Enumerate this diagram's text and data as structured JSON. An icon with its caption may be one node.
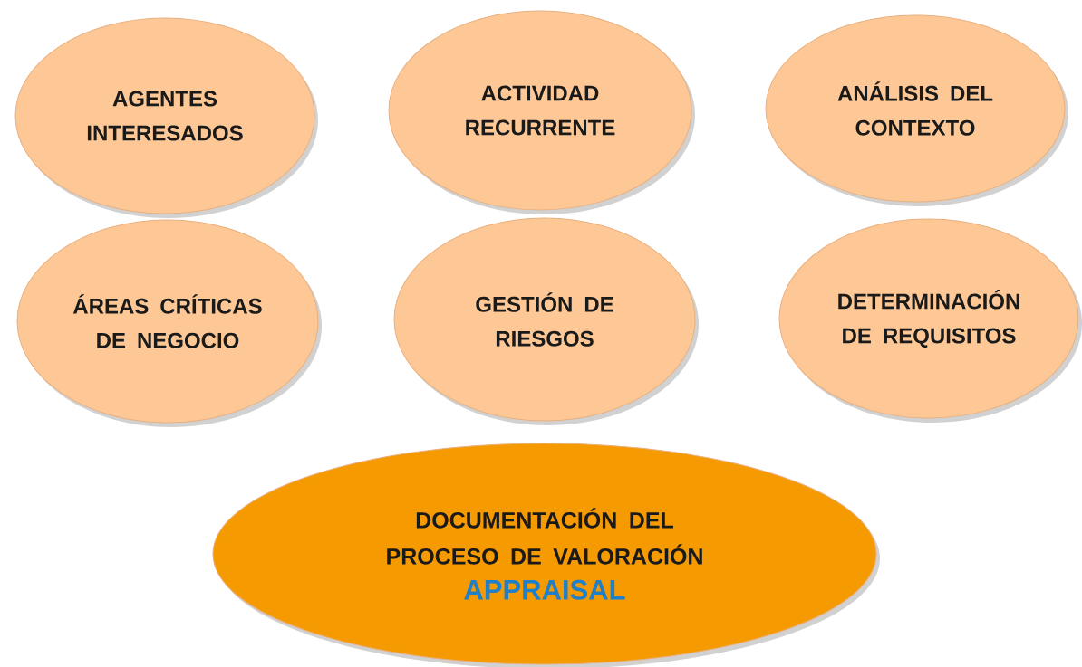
{
  "diagram": {
    "nodes": [
      {
        "text": [
          "AGENTES INTERESADOS"
        ]
      },
      {
        "text": [
          "ACTIVIDAD RECURRENTE"
        ]
      },
      {
        "text": [
          "ANÁLISIS DEL CONTEXTO"
        ]
      },
      {
        "text": [
          "ÁREAS CRÍTICAS DE NEGOCIO"
        ]
      },
      {
        "text": [
          "GESTIÓN DE RIESGOS"
        ]
      },
      {
        "text": [
          "DETERMINACIÓN DE REQUISITOS"
        ]
      },
      {
        "text": [
          "DOCUMENTACIÓN DEL PROCESO DE VALORACIÓN",
          "APPRAISAL"
        ]
      }
    ]
  }
}
